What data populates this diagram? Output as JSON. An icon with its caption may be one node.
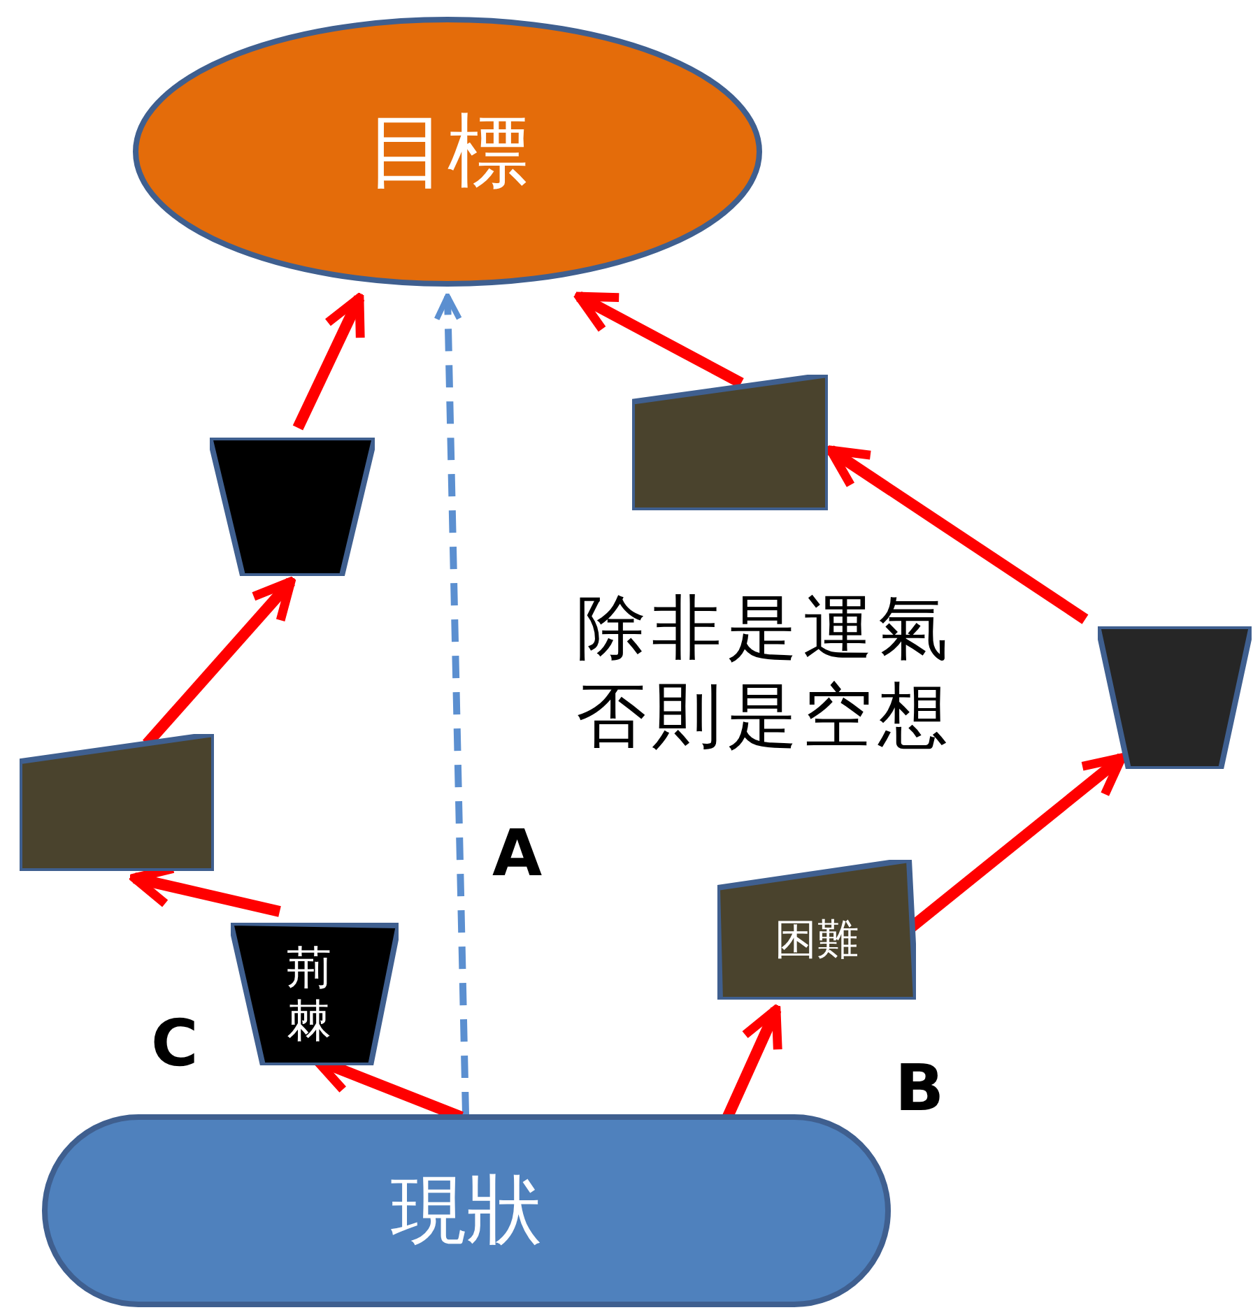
{
  "diagram": {
    "nodes": [
      {
        "text": [
          "目標"
        ]
      },
      {
        "text": [
          "現狀"
        ]
      },
      {
        "text": [],
        "shape": "trapezoid"
      },
      {
        "text": [],
        "shape": "box"
      },
      {
        "text": [
          "荊棘"
        ]
      },
      {
        "text": [
          "困難"
        ]
      },
      {
        "text": [],
        "shape": "trapezoid"
      },
      {
        "text": [],
        "shape": "box"
      }
    ],
    "edges": [
      {
        "from": 1,
        "to": 0,
        "arrow": "to",
        "style": "dashed",
        "color": "#5b8fd0"
      },
      {
        "from": 1,
        "to": 4,
        "arrow": "to"
      },
      {
        "from": 4,
        "to": 3,
        "arrow": "to"
      },
      {
        "from": 3,
        "to": 2,
        "arrow": "to"
      },
      {
        "from": 2,
        "to": 0,
        "arrow": "to"
      },
      {
        "from": 1,
        "to": 5,
        "arrow": "to"
      },
      {
        "from": 5,
        "to": 6,
        "arrow": "to"
      },
      {
        "from": 6,
        "to": 7,
        "arrow": "to"
      },
      {
        "from": 7,
        "to": 0,
        "arrow": "to"
      }
    ],
    "labels": [
      "除非是運氣否則是空想",
      "A",
      "C",
      "B"
    ]
  }
}
